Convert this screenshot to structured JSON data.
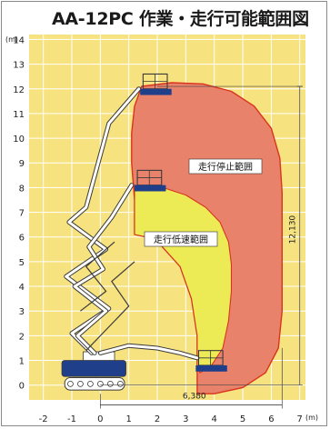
{
  "title": "AA-12PC 作業・走行可能範囲図",
  "y_unit_label": "(m)",
  "x_unit_label": "(m)",
  "colors": {
    "plot_background": "#f6e27e",
    "grid": "#ffffff",
    "stop_zone_fill": "#e9826b",
    "stop_zone_stroke": "#d9341f",
    "low_zone_fill": "#ecea55",
    "low_zone_stroke": "#d9341f",
    "machine_line": "#3a3a3a",
    "platform_blue": "#1f3f8a",
    "dimension_line": "#444444"
  },
  "axes": {
    "x_ticks": [
      "-2",
      "-1",
      "0",
      "1",
      "2",
      "3",
      "4",
      "5",
      "6",
      "7"
    ],
    "y_ticks": [
      "0",
      "1",
      "2",
      "3",
      "4",
      "5",
      "6",
      "7",
      "8",
      "9",
      "10",
      "11",
      "12",
      "13",
      "14"
    ],
    "x_range": [
      -2.5,
      7.2
    ],
    "y_range": [
      -0.6,
      14.2
    ],
    "grid": true
  },
  "zones": [
    {
      "label": "走行停止範囲"
    },
    {
      "label": "走行低速範囲"
    }
  ],
  "dimensions": {
    "max_height": "12,130",
    "max_outreach": "6,380"
  }
}
